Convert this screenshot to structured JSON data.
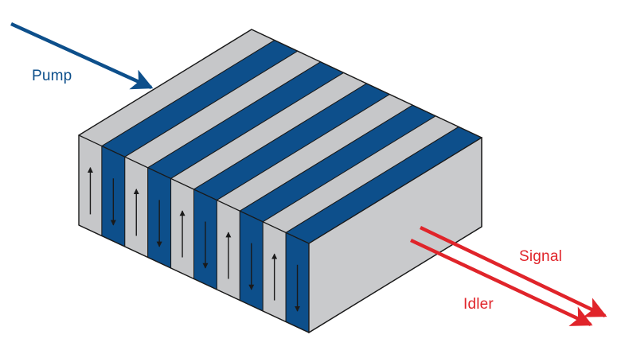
{
  "labels": {
    "pump": "Pump",
    "signal": "Signal",
    "idler": "Idler"
  },
  "crystal": {
    "domain_count": 10,
    "domain_orientation": [
      "up",
      "down",
      "up",
      "down",
      "up",
      "down",
      "up",
      "down",
      "up",
      "down"
    ]
  },
  "colors": {
    "domain_light": "#c6c7c9",
    "domain_blue": "#0d4f8b",
    "crystal_side": "#c9cacc",
    "outline": "#1a1a1a",
    "pump_arrow": "#0d4f8b",
    "output_arrows": "#e0242a"
  },
  "icons": {
    "polarization_arrow": "thin-arrow-icon",
    "pump_beam": "arrow-icon",
    "output_beam": "arrow-icon"
  }
}
